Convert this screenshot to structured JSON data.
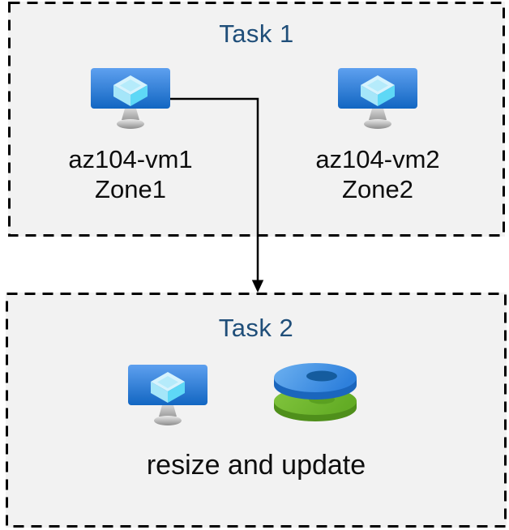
{
  "colors": {
    "page_bg": "#ffffff",
    "panel_bg": "#f2f2f2",
    "panel_border": "#000000",
    "title_text": "#1f4e79",
    "label_text": "#0d0d0d",
    "connector": "#000000",
    "vm_screen_top": "#5ea0ef",
    "vm_screen_bottom": "#1266c2",
    "disk_blue": "#3f8ee2",
    "disk_green": "#6fb92d"
  },
  "task1": {
    "title": "Task 1",
    "vms": [
      {
        "name": "az104-vm1",
        "zone": "Zone1",
        "icon": "vm-icon"
      },
      {
        "name": "az104-vm2",
        "zone": "Zone2",
        "icon": "vm-icon"
      }
    ]
  },
  "task2": {
    "title": "Task 2",
    "caption": "resize and update",
    "icons": [
      "vm-icon",
      "disks-icon"
    ]
  },
  "connector": {
    "type": "elbow-arrow",
    "from": "az104-vm1",
    "to": "Task 2"
  }
}
